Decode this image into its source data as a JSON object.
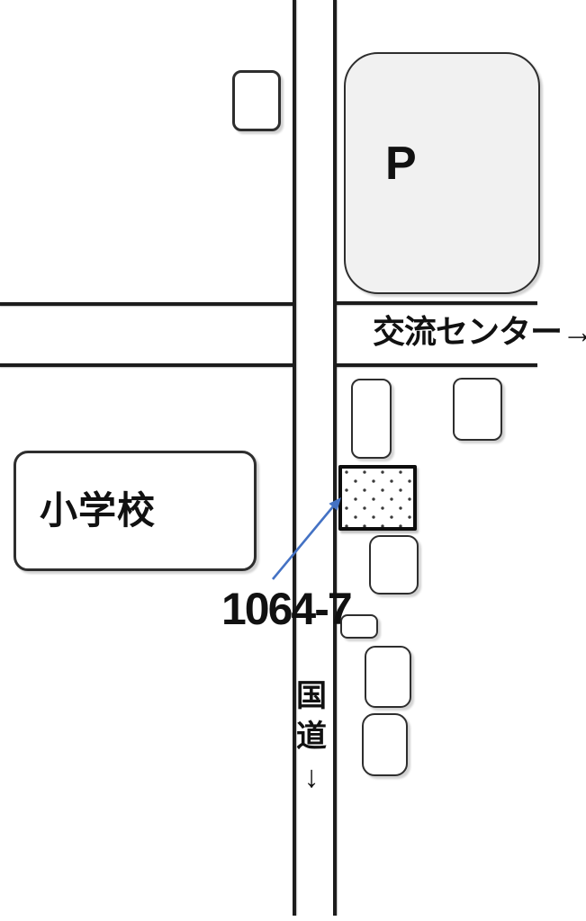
{
  "map": {
    "kind": "hand-drawn access map",
    "labels": {
      "parking": "P",
      "community_center": "交流センター→",
      "elementary_school": "小学校",
      "lot_number": "1064-7",
      "national_route": "国道↓"
    },
    "colors": {
      "ink": "#111111",
      "road_line": "#1c1c1c",
      "building_border": "#2e2e2e",
      "parking_fill": "#f1f1f1",
      "pointer_blue": "#4472c4"
    }
  }
}
